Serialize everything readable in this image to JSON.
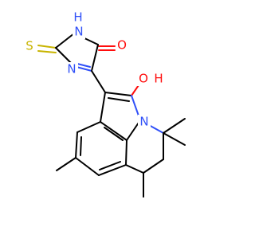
{
  "molecule": {
    "atoms": {
      "thione_s": "S",
      "imidazole_nh": "N",
      "imidazole_h": "H",
      "carbonyl_o": "O",
      "imidazole_n": "N",
      "hydroxyl_o": "O",
      "hydroxyl_h": "H",
      "ring_n": "N"
    },
    "colors": {
      "carbon": "#000000",
      "oxygen": "#ff0d0d",
      "nitrogen": "#3050f8",
      "sulfur": "#c8b400"
    }
  }
}
